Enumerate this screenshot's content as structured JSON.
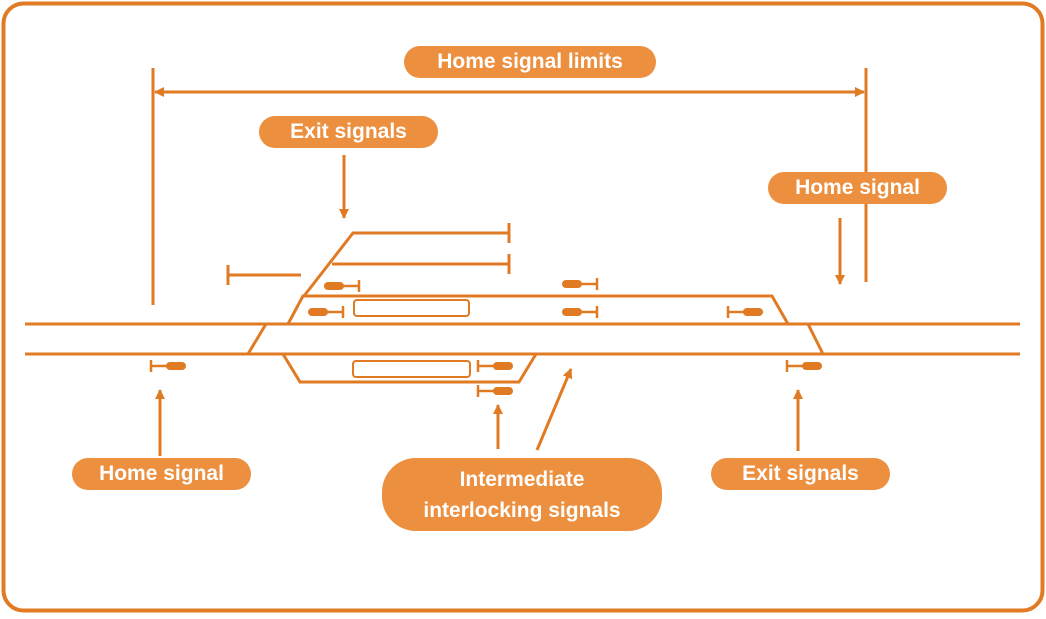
{
  "diagram": {
    "colors": {
      "accent": "#e07b24",
      "label_fill": "#ec8f3f",
      "label_text": "#ffffff",
      "background": "#ffffff"
    },
    "labels": {
      "home_signal_limits": "Home signal limits",
      "exit_signals_top": "Exit signals",
      "home_signal_right": "Home signal",
      "home_signal_left": "Home signal",
      "intermediate_line1": "Intermediate",
      "intermediate_line2": "interlocking signals",
      "exit_signals_bottom": "Exit signals"
    }
  }
}
